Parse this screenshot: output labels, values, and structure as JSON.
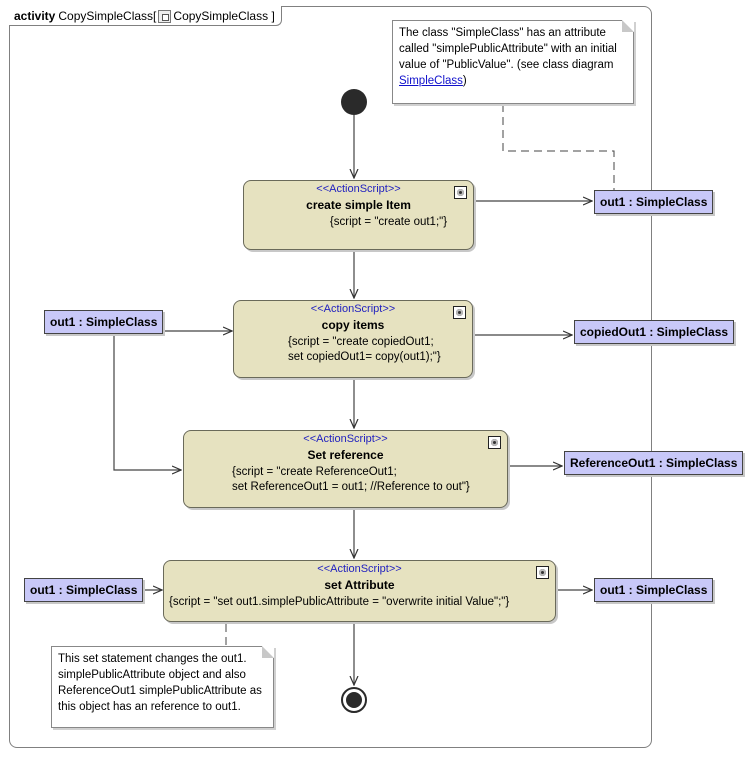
{
  "frame": {
    "keyword": "activity",
    "name": "CopySimpleClass[",
    "behavior": "CopySimpleClass ]"
  },
  "actions": [
    {
      "stereotype": "<<ActionScript>>",
      "name": "create simple Item",
      "script": "{script = \"create out1;\"}"
    },
    {
      "stereotype": "<<ActionScript>>",
      "name": "copy items",
      "script": "{script = \"create copiedOut1;\nset copiedOut1= copy(out1);\"}"
    },
    {
      "stereotype": "<<ActionScript>>",
      "name": "Set reference",
      "script": "{script = \"create ReferenceOut1;\nset ReferenceOut1 = out1; //Reference to out\"}"
    },
    {
      "stereotype": "<<ActionScript>>",
      "name": "set Attribute",
      "script": "{script = \"set out1.simplePublicAttribute = \"overwrite initial Value\";\"}"
    }
  ],
  "pins": {
    "out_create": "out1 : SimpleClass",
    "in_copy": "out1 : SimpleClass",
    "out_copy": "copiedOut1 : SimpleClass",
    "out_reference": "ReferenceOut1 : SimpleClass",
    "in_attribute": "out1 : SimpleClass",
    "out_attribute": "out1 : SimpleClass"
  },
  "notes": {
    "top": {
      "text": "The class \"SimpleClass\" has an attribute called \"simplePublicAttribute\" with an initial value of \"PublicValue\". (see class diagram ",
      "link": "SimpleClass",
      "suffix": ")"
    },
    "bottom": "This set statement changes the out1. simplePublicAttribute object and also ReferenceOut1 simplePublicAttribute as this object has an reference to out1."
  }
}
